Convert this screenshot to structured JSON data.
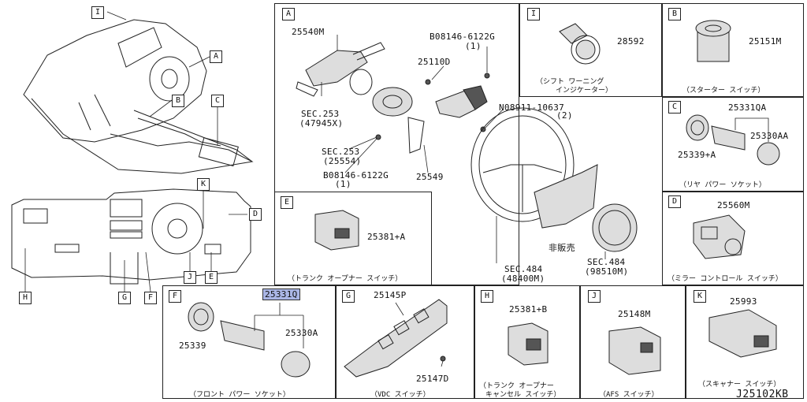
{
  "overview": {
    "callouts": [
      "I",
      "A",
      "B",
      "C",
      "K",
      "D",
      "H",
      "G",
      "F",
      "J",
      "E"
    ]
  },
  "panels": {
    "A": {
      "tag": "A",
      "parts": [
        "25540M",
        "B08146-6122G",
        "(1)",
        "25110D",
        "N08911-10637",
        "(2)",
        "SEC.253",
        "(47945X)",
        "SEC.253",
        "(25554)",
        "B08146-6122G",
        "(1)",
        "25549",
        "非販売",
        "SEC.484",
        "(48400M)",
        "SEC.484",
        "(98510M)"
      ]
    },
    "I": {
      "tag": "I",
      "part": "28592",
      "caption": [
        "（シフト ワーニング",
        "インジケーター）"
      ]
    },
    "B": {
      "tag": "B",
      "part": "25151M",
      "caption": [
        "（スターター スイッチ）"
      ]
    },
    "C": {
      "tag": "C",
      "parts": [
        "25331QA",
        "25339+A",
        "25330AA"
      ],
      "caption": [
        "（リヤ パワー ソケット）"
      ]
    },
    "D": {
      "tag": "D",
      "part": "25560M",
      "caption": [
        "（ミラー コントロール スイッチ）"
      ]
    },
    "E": {
      "tag": "E",
      "part": "25381+A",
      "caption": [
        "（トランク オープナー スイッチ）"
      ]
    },
    "F": {
      "tag": "F",
      "parts": [
        "25331Q",
        "25339",
        "25330A"
      ],
      "caption": [
        "（フロント パワー ソケット）"
      ]
    },
    "G": {
      "tag": "G",
      "parts": [
        "25145P",
        "25147D"
      ],
      "caption": [
        "（VDC スイッチ）"
      ]
    },
    "H": {
      "tag": "H",
      "part": "25381+B",
      "caption": [
        "（トランク オープナー",
        "キャンセル スイッチ）"
      ]
    },
    "J": {
      "tag": "J",
      "part": "25148M",
      "caption": [
        "（AFS スイッチ）"
      ]
    },
    "K": {
      "tag": "K",
      "part": "25993",
      "caption": [
        "（スキャナー スイッチ）"
      ]
    }
  },
  "footer": {
    "code": "J25102KB"
  }
}
